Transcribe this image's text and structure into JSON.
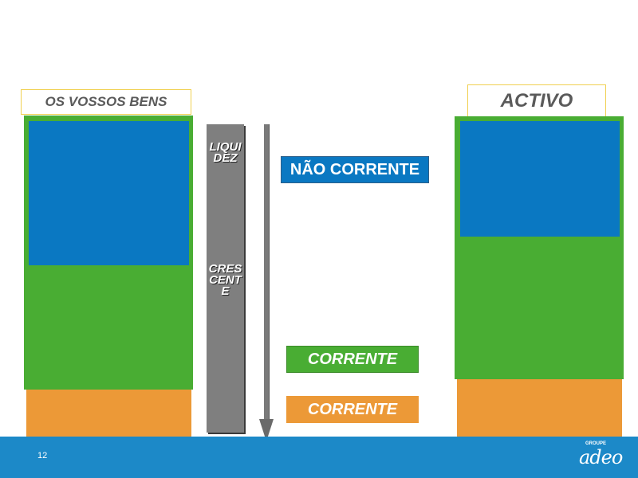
{
  "left_column": {
    "title": "OS VOSSOS BENS"
  },
  "right_column": {
    "title": "ACTIVO"
  },
  "liquidity": {
    "word1": "LIQUIDEZ",
    "word2": "CRESCENTE"
  },
  "tags": {
    "non_current": "NÃO CORRENTE",
    "current_green": "CORRENTE",
    "current_orange": "CORRENTE"
  },
  "footer": {
    "page_number": "12",
    "logo_small": "GROUPE",
    "logo_name": "adeo"
  },
  "colors": {
    "blue": "#0a78c2",
    "green": "#49ad33",
    "orange": "#ec9937",
    "footer_blue": "#1c89c8"
  }
}
